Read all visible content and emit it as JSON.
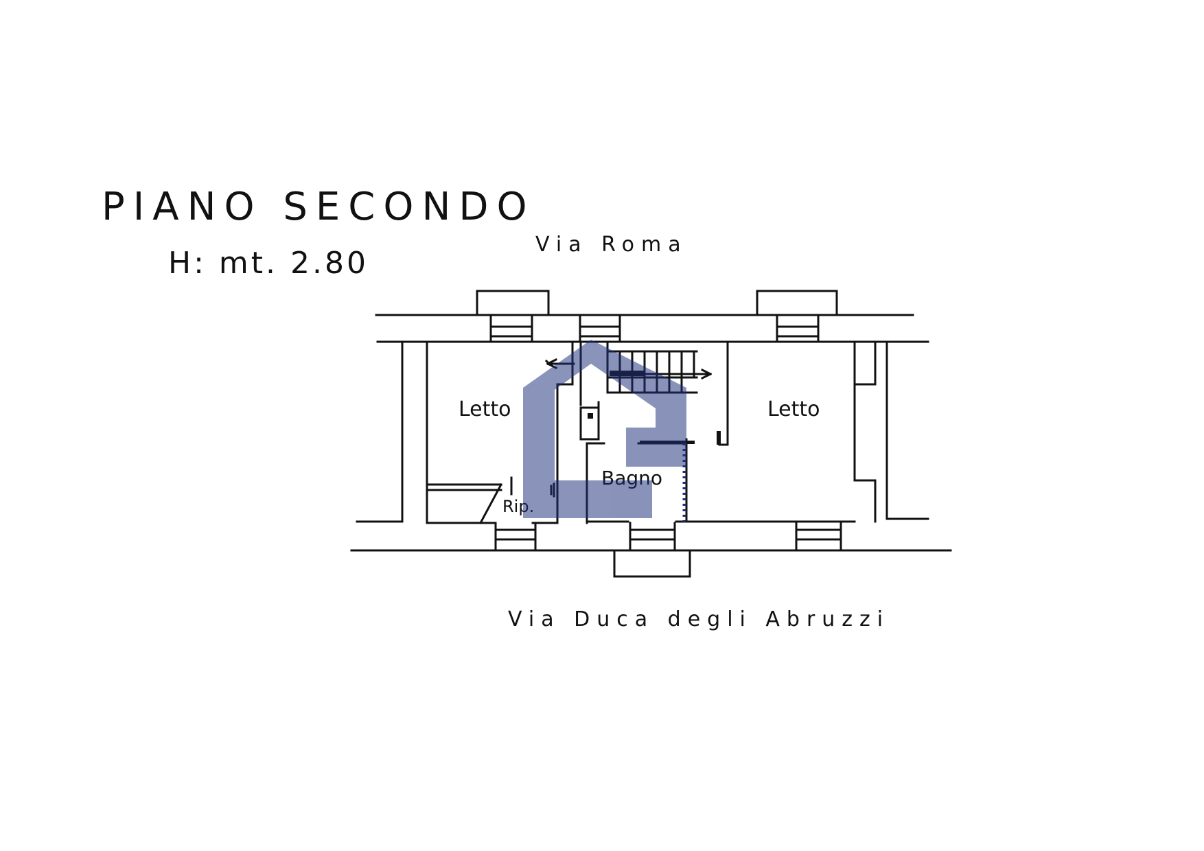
{
  "drawing": {
    "title": "PIANO SECONDO",
    "height_note": "H: mt. 2.80",
    "street_top": "Via Roma",
    "street_bottom": "Via Duca degli Abruzzi"
  },
  "rooms": {
    "left_bedroom": "Letto",
    "right_bedroom": "Letto",
    "bathroom": "Bagno",
    "storage": "Rip."
  },
  "colors": {
    "ink": "#111111",
    "watermark": "#1f2f7a",
    "background": "#ffffff"
  },
  "watermark": {
    "icon": "house-logo-icon"
  }
}
